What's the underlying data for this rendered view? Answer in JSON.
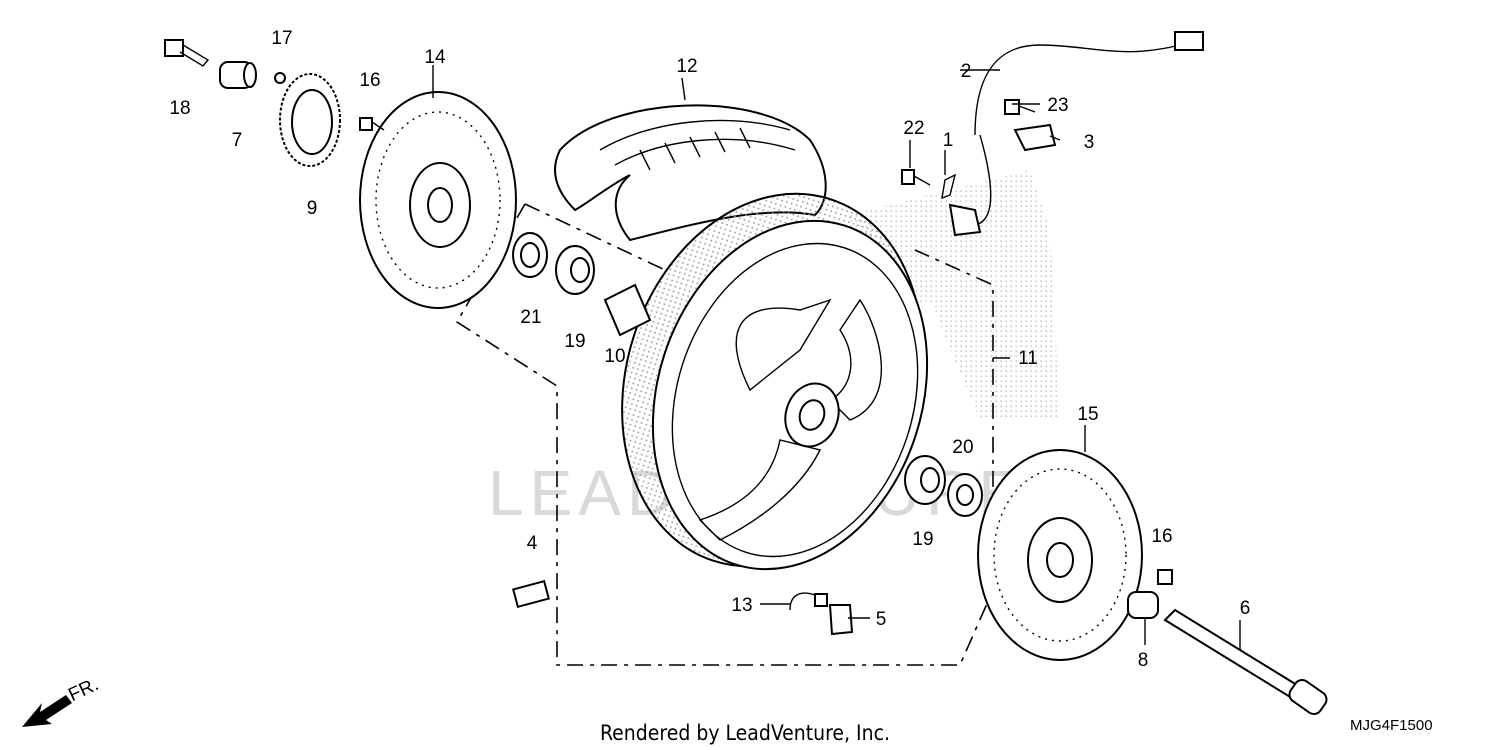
{
  "diagram": {
    "watermark": "LEADVENTURE",
    "credit": "Rendered by LeadVenture, Inc.",
    "code": "MJG4F1500",
    "direction": "FR.",
    "callouts": {
      "c1": "1",
      "c2": "2",
      "c3": "3",
      "c4": "4",
      "c5": "5",
      "c6": "6",
      "c7": "7",
      "c8": "8",
      "c9": "9",
      "c10": "10",
      "c11": "11",
      "c12": "12",
      "c13": "13",
      "c14": "14",
      "c15": "15",
      "c16a": "16",
      "c16b": "16",
      "c17": "17",
      "c18": "18",
      "c19a": "19",
      "c19b": "19",
      "c20": "20",
      "c21": "21",
      "c22": "22",
      "c23": "23"
    },
    "colors": {
      "ink": "#000000",
      "watermark": "#d9d9d9",
      "stipple": "#9a9a9a"
    }
  }
}
